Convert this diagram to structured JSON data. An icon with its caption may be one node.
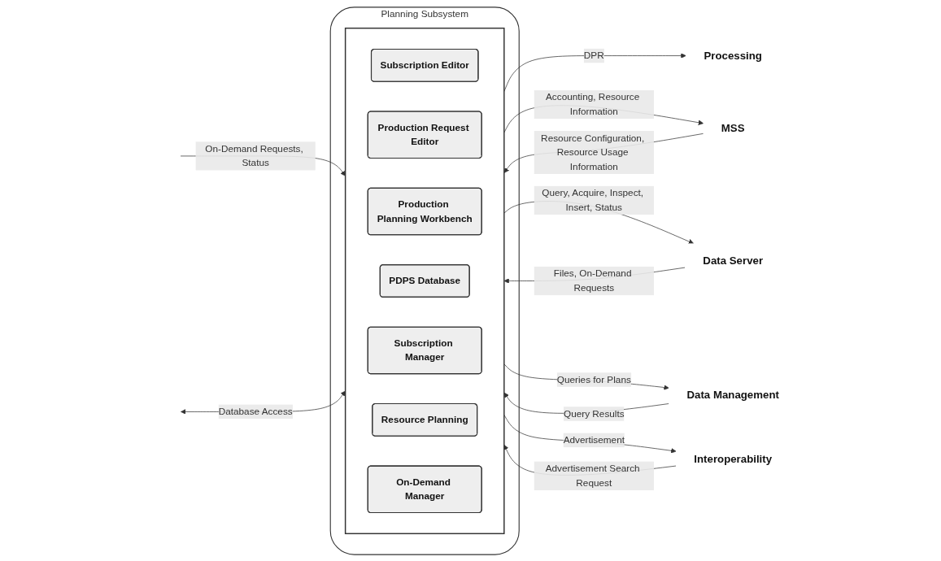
{
  "diagram": {
    "nodes": [
      {
        "text": [
          "Planning Subsystem"
        ]
      },
      {
        "text": [],
        "shape": "box",
        "in": 0
      },
      {
        "text": [
          "Subscription Editor"
        ],
        "in": 1
      },
      {
        "text": [
          "Production Request Editor"
        ],
        "in": 1
      },
      {
        "text": [
          "Production Planning Workbench"
        ],
        "in": 1
      },
      {
        "text": [
          "PDPS Database"
        ],
        "in": 1
      },
      {
        "text": [
          "Subscription Manager"
        ],
        "in": 1
      },
      {
        "text": [
          "Resource Planning"
        ],
        "in": 1
      },
      {
        "text": [
          "On-Demand Manager"
        ],
        "in": 1
      },
      {
        "text": [
          "Processing"
        ]
      },
      {
        "text": [
          "MSS"
        ]
      },
      {
        "text": [
          "Data Server"
        ]
      },
      {
        "text": [
          "Data Management"
        ]
      },
      {
        "text": [
          "Interoperability"
        ]
      }
    ],
    "edges": [
      {
        "from": null,
        "to": 1,
        "arrow": "to",
        "label": "On-Demand Requests, Status"
      },
      {
        "from": 1,
        "to": 9,
        "arrow": "to",
        "label": "DPR"
      },
      {
        "from": null,
        "to": 1,
        "arrow": "both",
        "label": "Database Access"
      },
      {
        "from": 1,
        "to": 10,
        "arrow": "to",
        "label": "Accounting, Resource Information"
      },
      {
        "from": 10,
        "to": 1,
        "arrow": "to",
        "label": "Resource Configuration, Resource Usage Information"
      },
      {
        "from": 1,
        "to": 11,
        "arrow": "to",
        "label": "Query, Acquire, Inspect, Insert, Status"
      },
      {
        "from": 11,
        "to": 1,
        "arrow": "to",
        "label": "Files, On-Demand Requests"
      },
      {
        "from": 1,
        "to": 12,
        "arrow": "to",
        "label": "Queries for Plans"
      },
      {
        "from": 12,
        "to": 1,
        "arrow": "to",
        "label": "Query Results"
      },
      {
        "from": 1,
        "to": 13,
        "arrow": "to",
        "label": "Advertisement"
      },
      {
        "from": 13,
        "to": 1,
        "arrow": "to",
        "label": "Advertisement Search Request"
      }
    ]
  }
}
